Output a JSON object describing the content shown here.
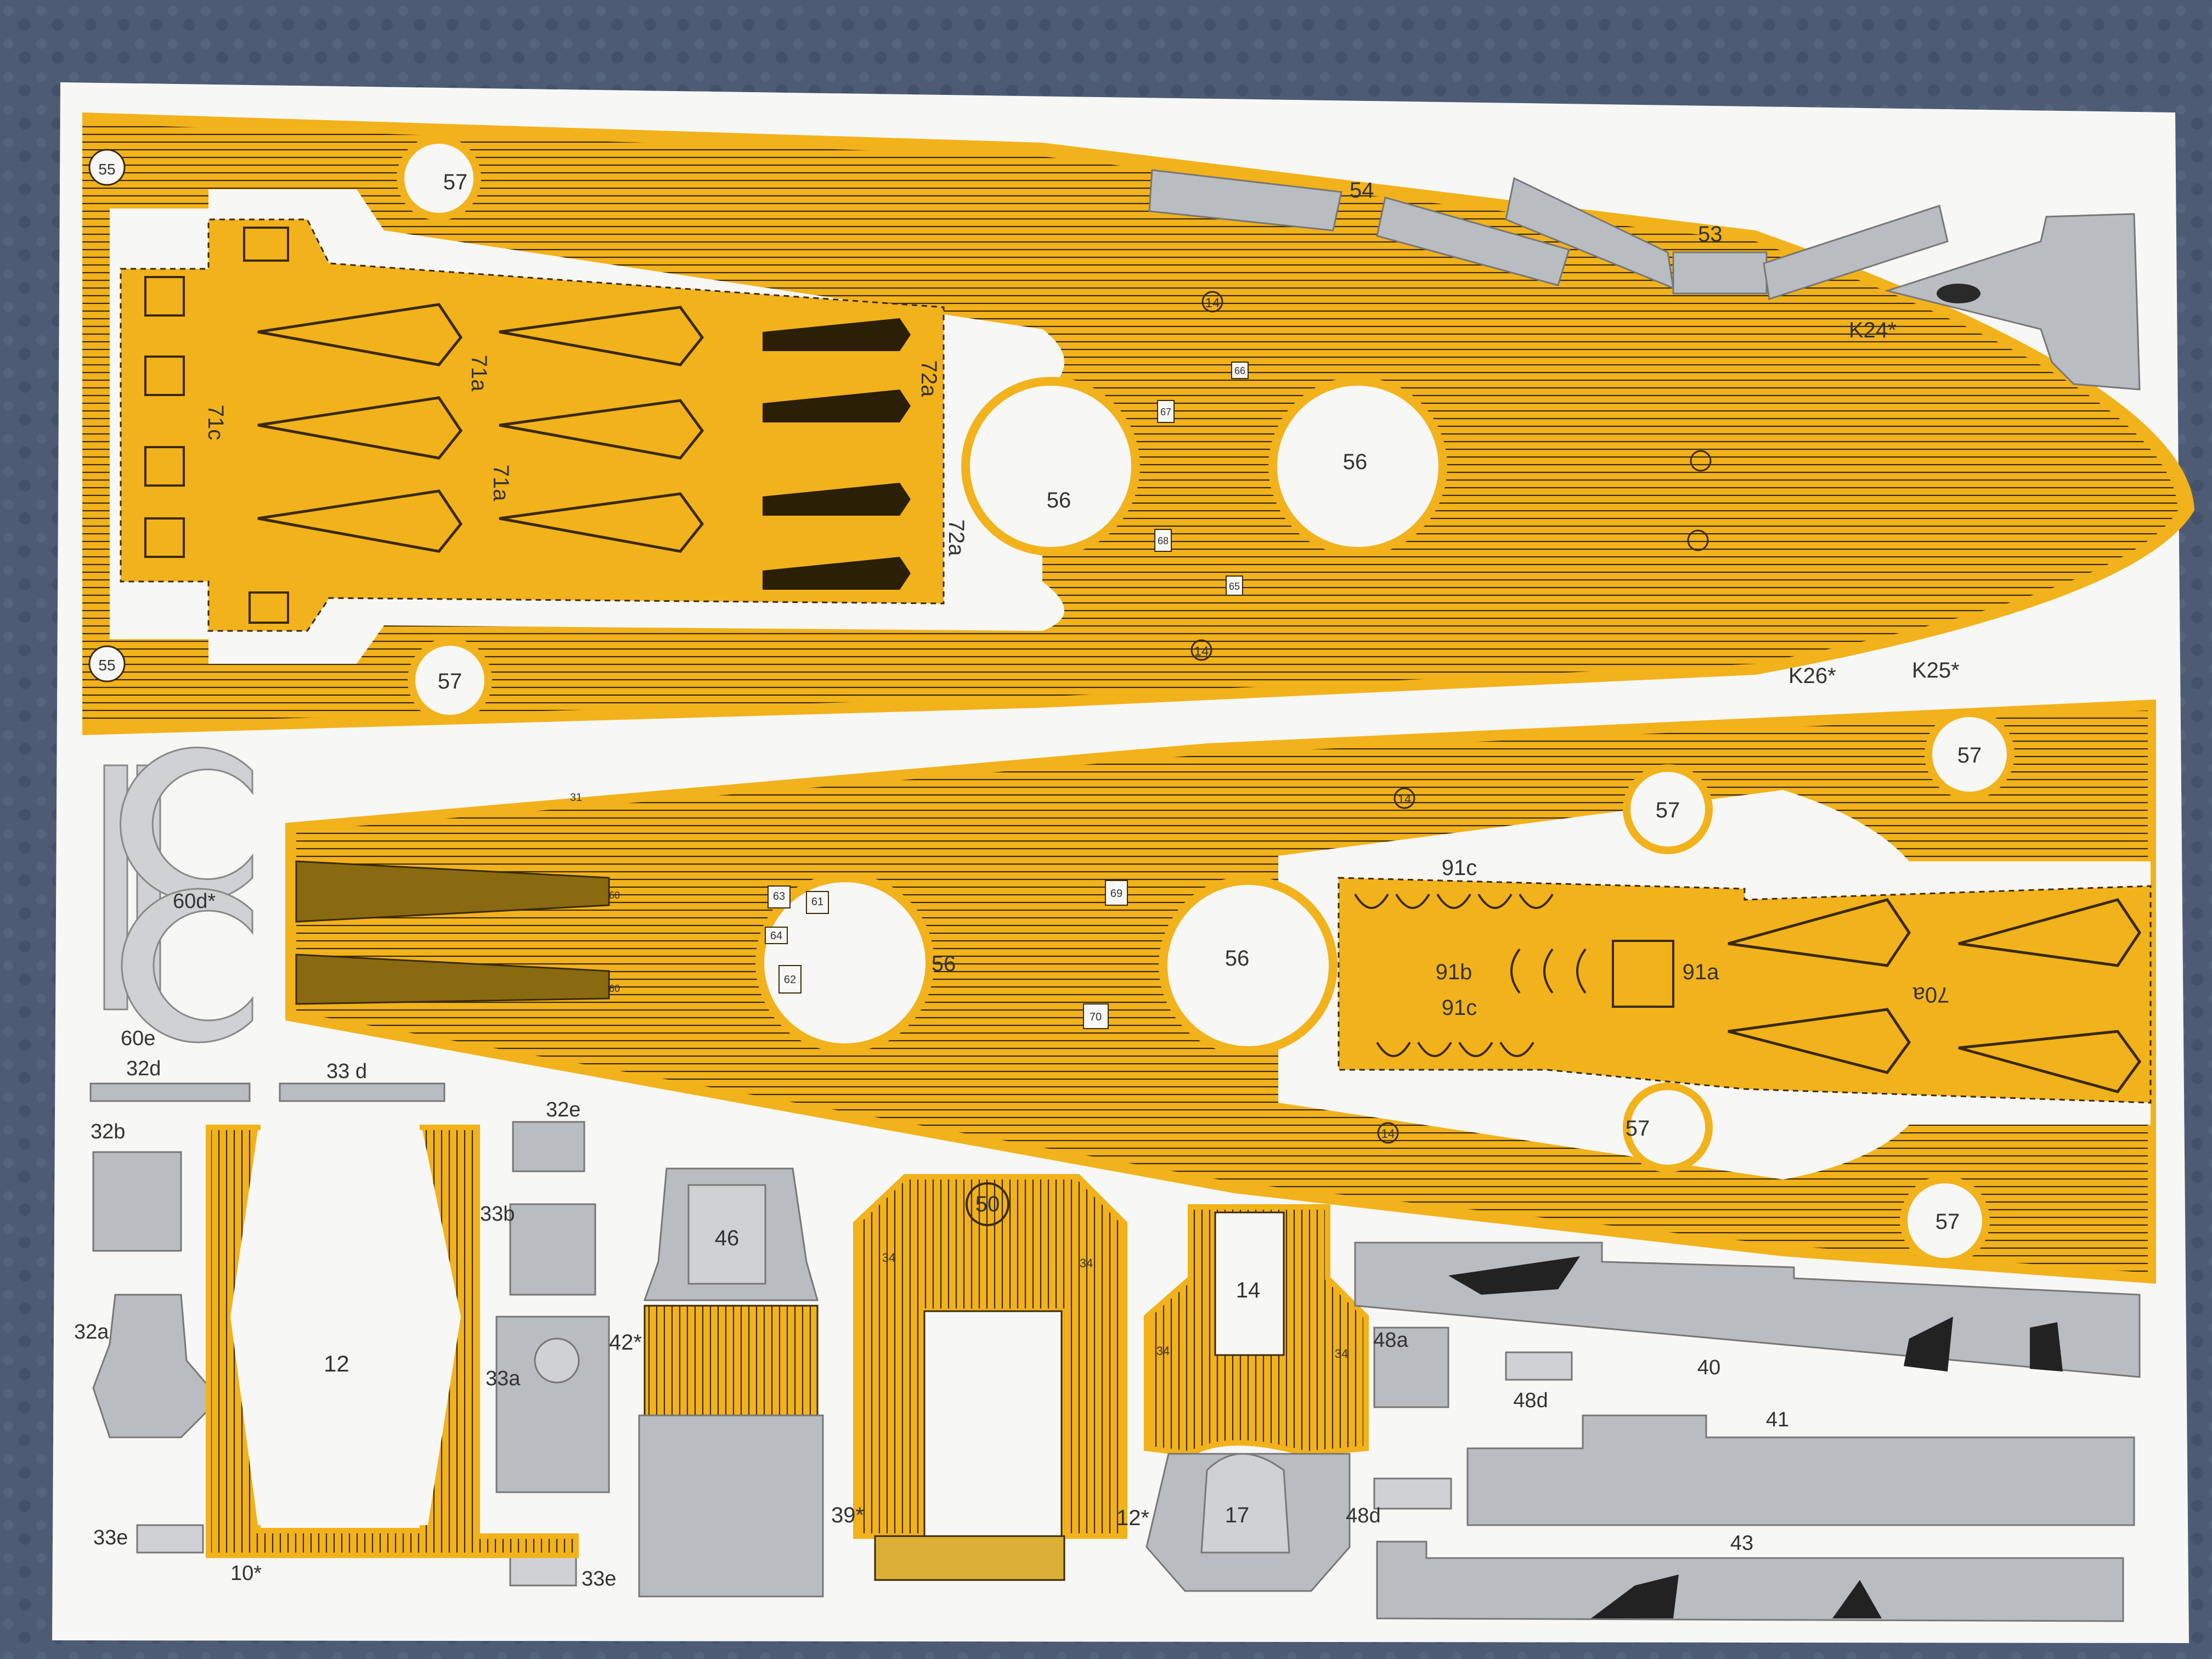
{
  "colors": {
    "background_cloth": "#4d5b74",
    "sheet": "#f7f7f5",
    "deck_orange": "#f2b21b",
    "deck_line": "#3a2a08",
    "grey_part": "#b9bcc1",
    "dark_part": "#2a2a2a"
  },
  "upper_hull": {
    "labels": {
      "p55a": "55",
      "p55b": "55",
      "p57a": "57",
      "p57b": "57",
      "p56a": "56",
      "p56b": "56",
      "p71a1": "71a",
      "p71a2": "71a",
      "p71c": "71c",
      "p72a1": "72a",
      "p72a2": "72a",
      "p14a": "14",
      "p14b": "14",
      "p66": "66",
      "p67": "67",
      "p68": "68",
      "p65": "65"
    }
  },
  "top_parts": {
    "p54": "54",
    "p53": "53",
    "pK24": "K24*",
    "pK26": "K26*",
    "pK25": "K25*"
  },
  "lower_hull": {
    "labels": {
      "p57a": "57",
      "p57b": "57",
      "p57c": "57",
      "p57d": "57",
      "p56a": "56",
      "p56b": "56",
      "p14a": "14",
      "p14b": "14",
      "p14c": "31",
      "p63": "63",
      "p61": "61",
      "p64": "64",
      "p62": "62",
      "p69": "69",
      "p70": "70",
      "p60a": "60",
      "p60b": "60",
      "p91c1": "91c",
      "p91c2": "91c",
      "p91b": "91b",
      "p91a": "91a",
      "p70a": "70a"
    }
  },
  "left_parts": {
    "p60d": "60d*",
    "p60e": "60e",
    "p32d": "32d",
    "p33d": "33 d",
    "p32b": "32b",
    "p32e": "32e",
    "p33b": "33b",
    "p32a": "32a",
    "p33a": "33a",
    "p33e1": "33e",
    "p33e2": "33e",
    "p10": "10*",
    "p12": "12"
  },
  "bottom_parts": {
    "p46": "46",
    "p42": "42*",
    "p50": "50",
    "p39": "39*",
    "p14": "14",
    "p17": "17",
    "p12s": "12*",
    "p48a": "48a",
    "p48d1": "48d",
    "p48d2": "48d",
    "p40": "40",
    "p41": "41",
    "p43": "43",
    "p34a": "34",
    "p34b": "34",
    "p34c": "34",
    "p34d": "34"
  }
}
